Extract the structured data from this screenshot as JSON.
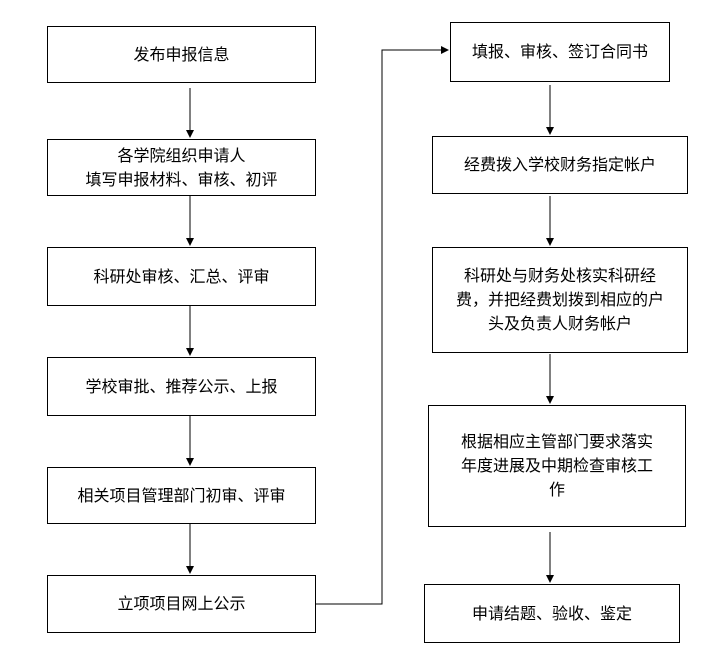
{
  "left_column": [
    {
      "lines": [
        "发布申报信息"
      ]
    },
    {
      "lines": [
        "各学院组织申请人",
        "填写申报材料、审核、初评"
      ]
    },
    {
      "lines": [
        "科研处审核、汇总、评审"
      ]
    },
    {
      "lines": [
        "学校审批、推荐公示、上报"
      ]
    },
    {
      "lines": [
        "相关项目管理部门初审、评审"
      ]
    },
    {
      "lines": [
        "立项项目网上公示"
      ]
    }
  ],
  "right_column": [
    {
      "lines": [
        "填报、审核、签订合同书"
      ]
    },
    {
      "lines": [
        "经费拨入学校财务指定帐户"
      ]
    },
    {
      "lines": [
        "科研处与财务处核实科研经",
        "费，并把经费划拨到相应的户",
        "头及负责人财务帐户"
      ]
    },
    {
      "lines": [
        "根据相应主管部门要求落实",
        "年度进展及中期检查审核工",
        "作"
      ]
    },
    {
      "lines": [
        "申请结题、验收、鉴定"
      ]
    }
  ]
}
